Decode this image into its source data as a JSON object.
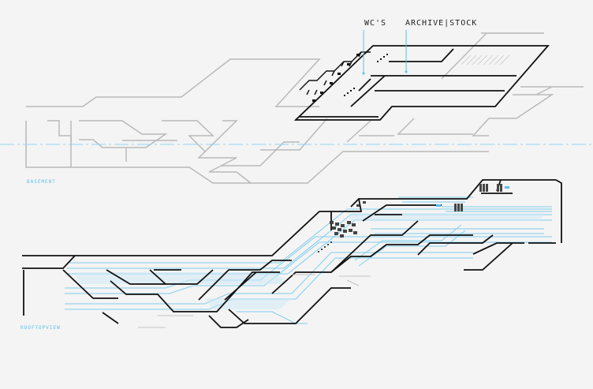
{
  "labels": {
    "wc": "WC'S",
    "archive": "ARCHIVE|STOCK",
    "basement": "BASEMENT",
    "rooftop": "ROOFTOPVIEW"
  },
  "colors": {
    "background": "#f4f4f4",
    "plan_line": "#111111",
    "context_line": "#bdbdbd",
    "accent": "#5bc0eb",
    "accent_fill": "#cfe9f6"
  }
}
